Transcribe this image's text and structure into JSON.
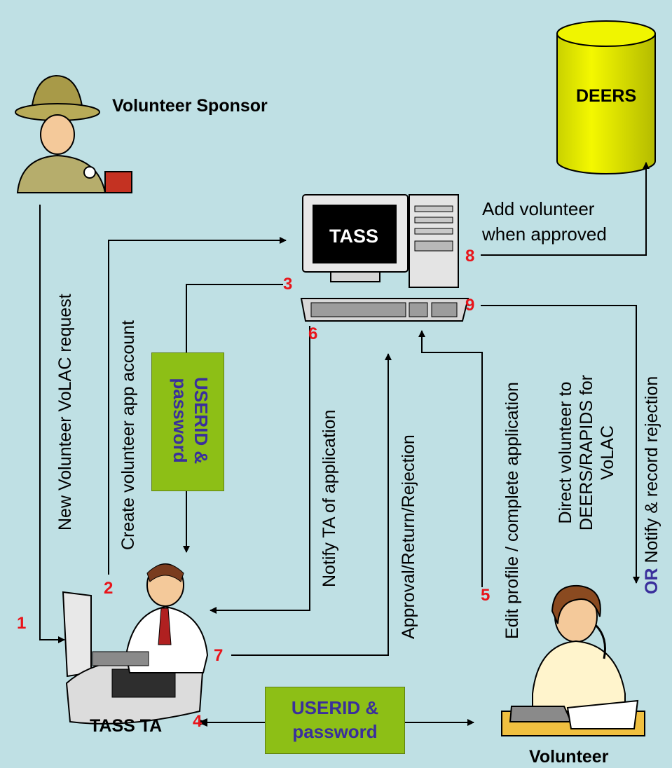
{
  "actors": {
    "sponsor_label": "Volunteer Sponsor",
    "ta_label": "TASS TA",
    "volunteer_label": "Volunteer"
  },
  "system": {
    "tass_label": "TASS",
    "deers_label": "DEERS"
  },
  "arrows": {
    "new_request": "New Volunteer VoLAC request",
    "create_account": "Create volunteer app account",
    "notify_ta": "Notify TA of application",
    "approval": "Approval/Return/Rejection",
    "edit_profile": "Edit profile / complete application",
    "direct_line1": "Direct volunteer to",
    "direct_line2": "DEERS/RAPIDS for",
    "direct_line3": "VoLAC",
    "or_word": "OR",
    "notify_reject": " Notify & record rejection",
    "add_line1": "Add volunteer",
    "add_line2": "when approved"
  },
  "credentials": {
    "vertical_line1": "USERID &",
    "vertical_line2": "password",
    "horizontal_line1": "USERID &",
    "horizontal_line2": "password"
  },
  "steps": [
    "1",
    "2",
    "3",
    "4",
    "5",
    "6",
    "7",
    "8",
    "9"
  ],
  "colors": {
    "background": "#bfe0e4",
    "step_number": "#e8141a",
    "credential_box": "#8dbf16",
    "credential_text": "#3a2f9c",
    "deers_fill": "#e8f000"
  }
}
